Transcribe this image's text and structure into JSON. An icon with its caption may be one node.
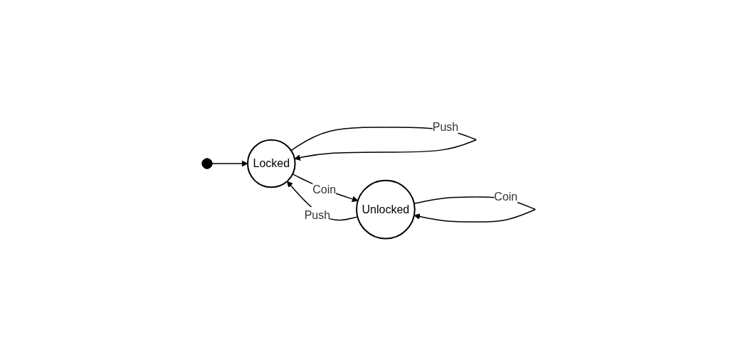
{
  "diagram": {
    "nodes": [
      {
        "text": [
          "Locked"
        ]
      },
      {
        "text": [
          "Unlocked"
        ]
      },
      {
        "text": [],
        "shape": "circle"
      }
    ],
    "edges": [
      {
        "from": 0,
        "to": 0,
        "arrow": "to",
        "label": "Push"
      },
      {
        "from": 0,
        "to": 1,
        "arrow": "to",
        "label": "Coin"
      },
      {
        "from": 1,
        "to": 1,
        "arrow": "to",
        "label": "Coin"
      },
      {
        "from": 1,
        "to": 0,
        "arrow": "to",
        "label": "Push"
      },
      {
        "from": 2,
        "to": 0,
        "arrow": "to"
      }
    ]
  }
}
